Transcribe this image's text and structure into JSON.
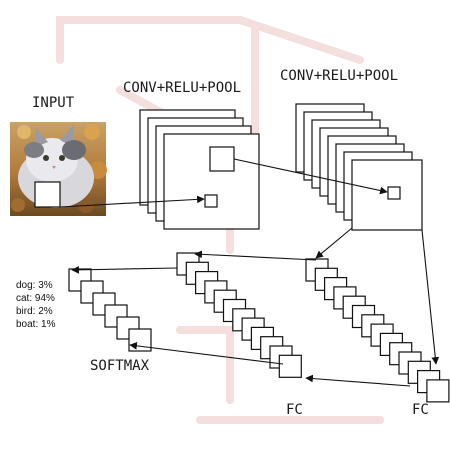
{
  "labels": {
    "input": "INPUT",
    "conv1": "CONV+RELU+POOL",
    "conv2": "CONV+RELU+POOL",
    "softmax": "SOFTMAX",
    "fc1": "FC",
    "fc2": "FC"
  },
  "probabilities": [
    "dog: 3%",
    "cat: 94%",
    "bird: 2%",
    "boat: 1%"
  ],
  "colors": {
    "line": "#111111",
    "box_fill": "#ffffff",
    "watermark": "#f6e3e3"
  }
}
